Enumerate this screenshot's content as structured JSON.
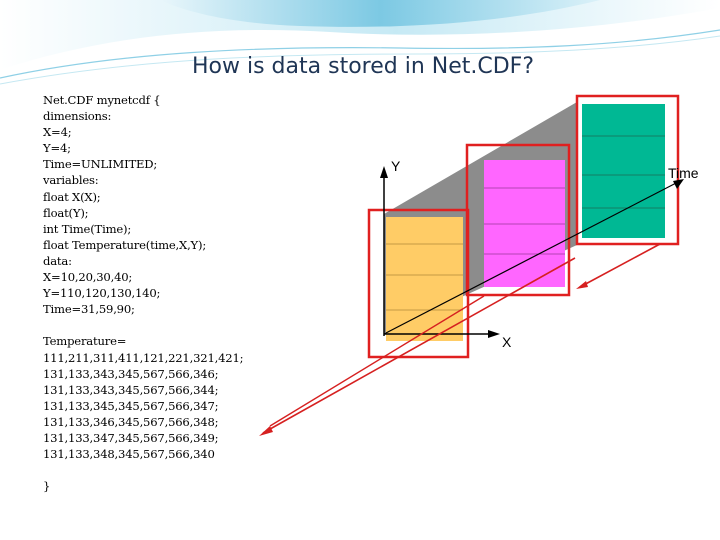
{
  "slide": {
    "title": "How is data stored in Net.CDF?"
  },
  "code_lines": [
    "Net.CDF mynetcdf {",
    "dimensions:",
    "X=4;",
    "Y=4;",
    "Time=UNLIMITED;",
    "variables:",
    "float X(X);",
    "float(Y);",
    "int Time(Time);",
    "float Temperature(time,X,Y);",
    "data:",
    "X=10,20,30,40;",
    "Y=110,120,130,140;",
    "Time=31,59,90;",
    "",
    "Temperature=",
    "111,211,311,411,121,221,321,421;",
    "131,133,343,345,567,566,346;",
    "131,133,343,345,567,566,344;",
    "131,133,345,345,567,566,347;",
    "131,133,346,345,567,566,348;",
    "131,133,347,345,567,566,349;",
    "131,133,348,345,567,566,340",
    "",
    "}"
  ],
  "diagram": {
    "axis_y_label": "Y",
    "axis_x_label": "X",
    "axis_time_label": "Time",
    "colors": {
      "slab_fill": "#8c8c8c",
      "panel_front": "#ffcc66",
      "panel_middle": "#ff66ff",
      "panel_back": "#00b894",
      "frame": "#e02020",
      "arrow": "#d62020"
    }
  }
}
